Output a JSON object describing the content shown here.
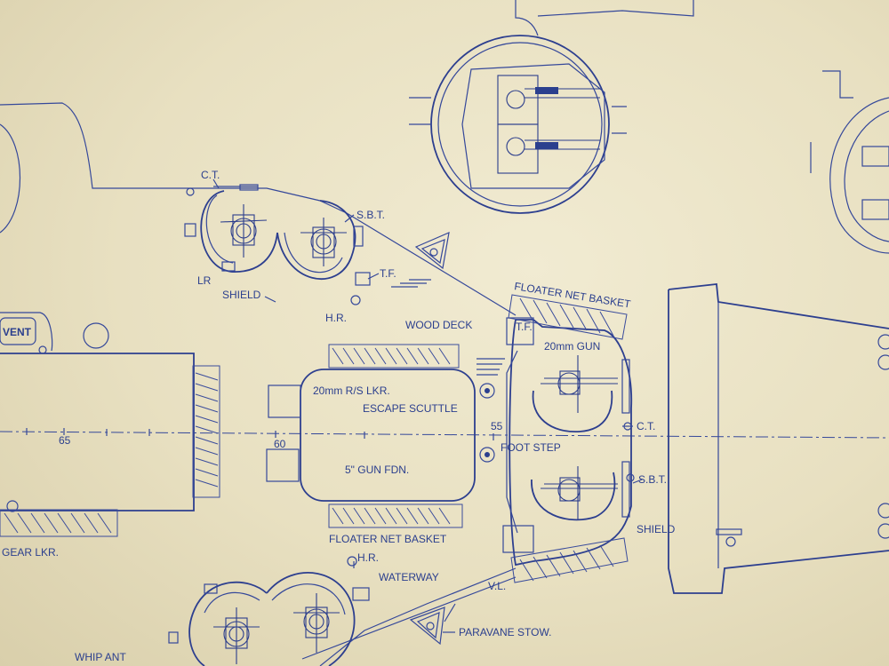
{
  "labels": {
    "ct_top": "C.T.",
    "sbt_top": "S.B.T.",
    "tf_top": "T.F.",
    "lr": "LR",
    "shield_top": "SHIELD",
    "hr_top": "H.R.",
    "vent": "VENT",
    "floater_net_basket_right": "FLOATER NET BASKET",
    "wood_deck": "WOOD DECK",
    "tf_mid": "T.F.",
    "gun_20mm": "20mm GUN",
    "rs_lkr": "20mm R/S LKR.",
    "escape_scuttle": "ESCAPE SCUTTLE",
    "frame_65": "65",
    "frame_60": "60",
    "frame_55": "55",
    "ct_right": "C.T.",
    "foot_step": "FOOT STEP",
    "gun_fdn": "5\" GUN FDN.",
    "sbt_right": "S.B.T.",
    "shield_right": "SHIELD",
    "floater_net_basket_bottom": "FLOATER NET BASKET",
    "gear_lkr": "GEAR LKR.",
    "hr_bottom": "H.R.",
    "waterway": "WATERWAY",
    "vl": "V.L.",
    "paravane_stow": "PARAVANE STOW.",
    "whip_ant": "WHIP ANT"
  },
  "colors": {
    "ink": "#2b3f8e",
    "paper": "#ebe4c7"
  }
}
